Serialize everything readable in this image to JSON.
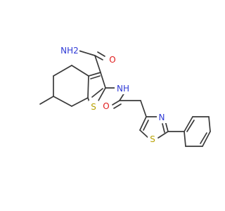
{
  "molecule": {
    "colors": {
      "bond": "#3a3a3a",
      "N": "#2f3ad6",
      "O": "#e01b1b",
      "S": "#b8a200"
    },
    "labels": {
      "amide_nh2": "NH2",
      "amide_o": "O",
      "nh": "NH",
      "thiophene_s": "S",
      "acetyl_o": "O",
      "thiazole_n": "N",
      "thiazole_s": "S"
    }
  }
}
